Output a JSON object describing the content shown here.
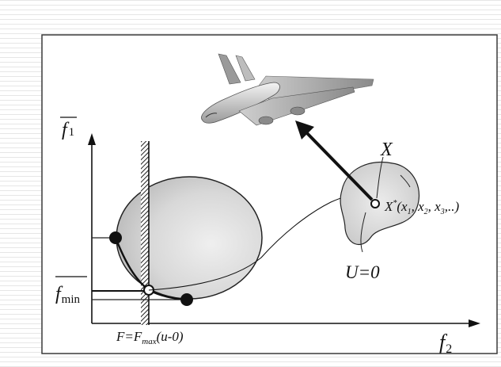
{
  "diagram": {
    "axes": {
      "y_axis_label": {
        "symbol": "f",
        "subscript": "1"
      },
      "x_axis_label": {
        "symbol": "f",
        "subscript": "2"
      },
      "min_level_label": {
        "symbol": "f",
        "subscript": "min"
      },
      "constraint_label": {
        "lhs": "F=F",
        "subscript": "max",
        "rhs": "(u-0)"
      }
    },
    "design_space": {
      "region_label": "X",
      "point_label": {
        "prefix": "X",
        "superscript": "*",
        "args": "(x",
        "s1": "1",
        "comma1": ", x",
        "s2": "2",
        "comma2": ", x",
        "s3": "3",
        "tail": ",..)"
      },
      "boundary_label": "U=0"
    },
    "colors": {
      "background_stripes": "#eeeeee",
      "frame": "#3a3a3a",
      "objective_region_fill": "#d4d4d4",
      "design_region_fill": "#d6d6d6",
      "ink": "#111111"
    },
    "icons": [
      "airplane-icon",
      "hatched-constraint-wall"
    ]
  }
}
